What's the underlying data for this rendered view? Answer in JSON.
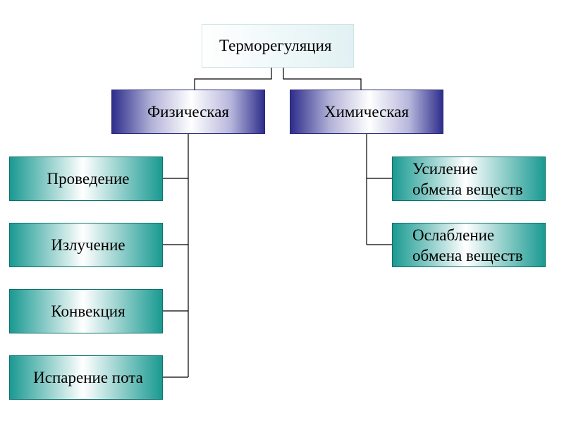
{
  "root": {
    "label": "Терморегуляция"
  },
  "categories": [
    {
      "label": "Физическая",
      "items": [
        {
          "label": "Проведение"
        },
        {
          "label": "Излучение"
        },
        {
          "label": "Конвекция"
        },
        {
          "label": "Испарение пота"
        }
      ]
    },
    {
      "label": "Химическая",
      "items": [
        {
          "line1": "Усиление",
          "line2": "обмена веществ"
        },
        {
          "line1": "Ослабление",
          "line2": "обмена веществ"
        }
      ]
    }
  ],
  "colors": {
    "category_edge": "#2e2e8c",
    "leaf_edge": "#1a9a92",
    "connector": "#000000"
  }
}
